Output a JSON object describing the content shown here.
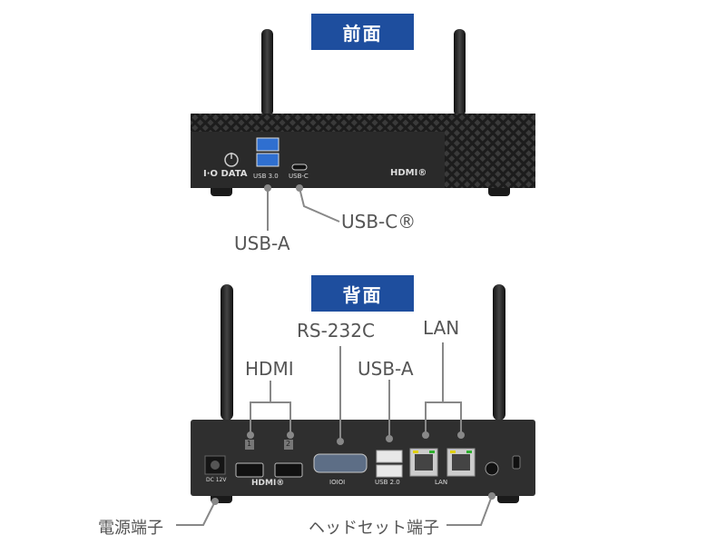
{
  "front": {
    "title": "前面",
    "device_text": {
      "brand": "I·O DATA",
      "usb30": "USB 3.0",
      "usbc": "USB-C",
      "hdmi_logo": "HDMI®"
    },
    "callouts": {
      "usb_a": "USB-A",
      "usb_c": "USB-C®"
    }
  },
  "back": {
    "title": "背面",
    "device_text": {
      "dc": "DC 12V",
      "hdmi_logo": "HDMI®",
      "serial": "IOIOI",
      "usb20": "USB 2.0",
      "lan": "LAN",
      "port1": "1",
      "port2": "2"
    },
    "callouts": {
      "rs232c": "RS-232C",
      "lan": "LAN",
      "hdmi": "HDMI",
      "usb_a": "USB-A",
      "power": "電源端子",
      "headset": "ヘッドセット端子"
    }
  },
  "colors": {
    "header_bg": "#1e4e9e",
    "device_body": "#2b2b2b",
    "callout_line": "#888888",
    "usb3_blue": "#2f6fd0"
  }
}
